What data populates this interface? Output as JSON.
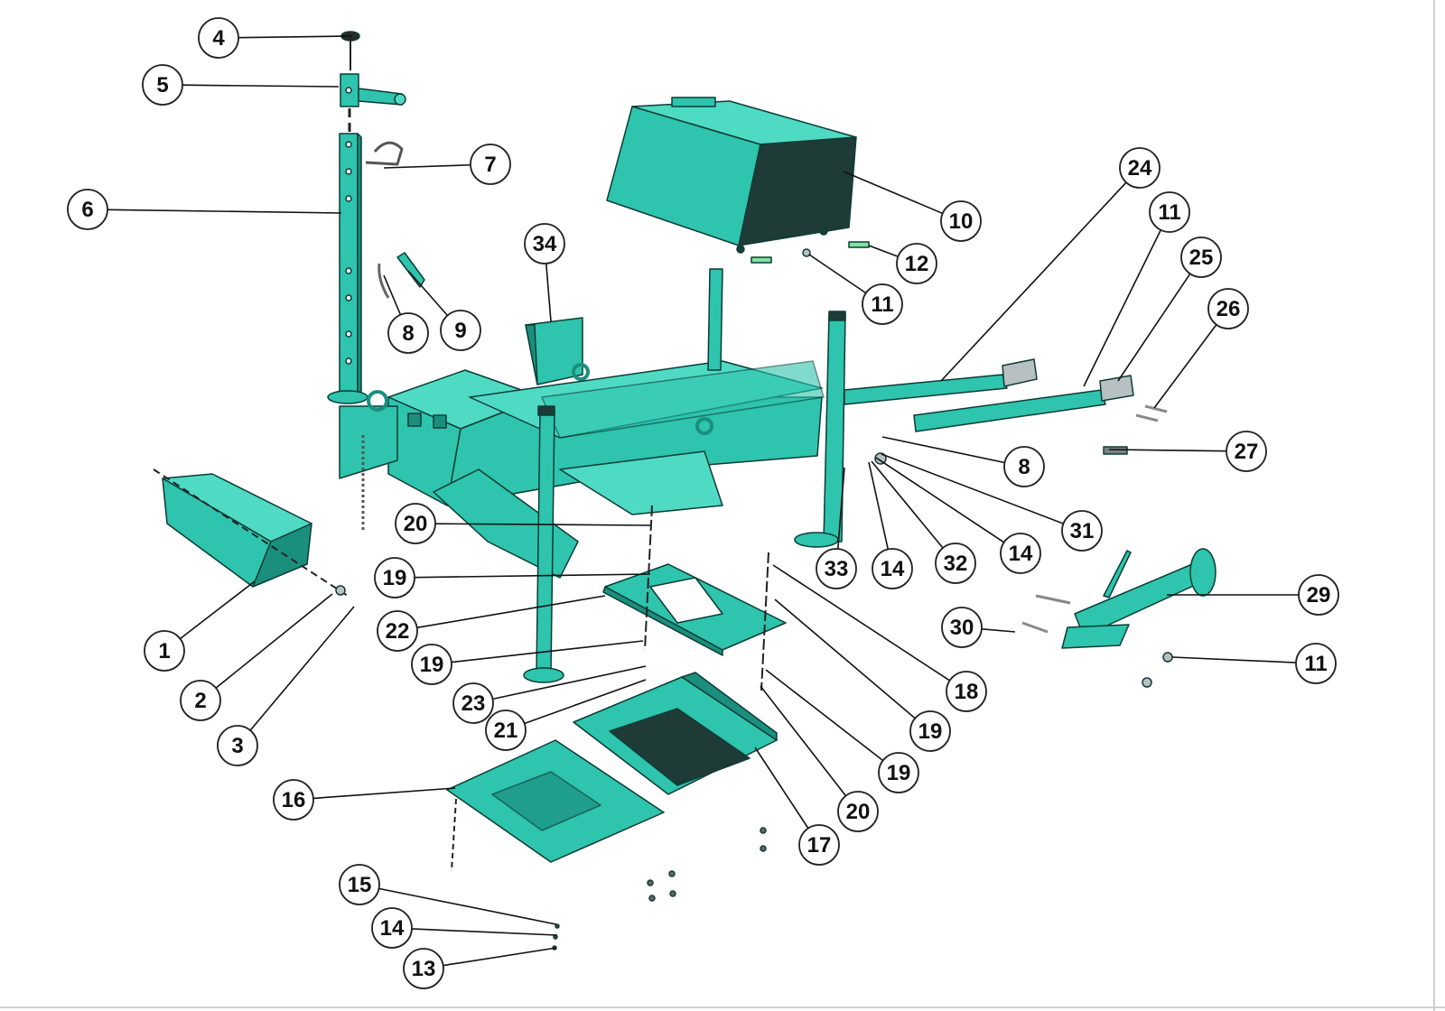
{
  "colors": {
    "part_fill": "#2ec4ad",
    "part_dark": "#1a8f7e",
    "part_light": "#4fdac4",
    "outline": "#0c3c35",
    "mesh": "#1f3b37",
    "metal": "#b8c0c4",
    "leader": "#111111",
    "bubble_stroke": "#222222",
    "background": "#ffffff"
  },
  "callouts": [
    "4",
    "5",
    "7",
    "6",
    "34",
    "10",
    "24",
    "11",
    "25",
    "12",
    "11",
    "26",
    "8",
    "9",
    "8",
    "27",
    "31",
    "20",
    "33",
    "14",
    "32",
    "14",
    "19",
    "29",
    "22",
    "30",
    "11",
    "19",
    "18",
    "1",
    "23",
    "21",
    "19",
    "2",
    "19",
    "3",
    "20",
    "16",
    "17",
    "15",
    "14",
    "13"
  ]
}
